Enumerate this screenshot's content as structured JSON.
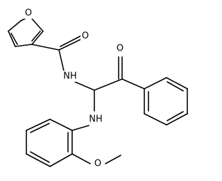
{
  "molecule": {
    "atoms": {
      "furan_oxygen": "O",
      "carbonyl_oxygen_amide": "O",
      "amide_nitrogen": "NH",
      "amine_nitrogen": "NH",
      "ketone_oxygen": "O",
      "methoxy_oxygen": "O"
    }
  }
}
